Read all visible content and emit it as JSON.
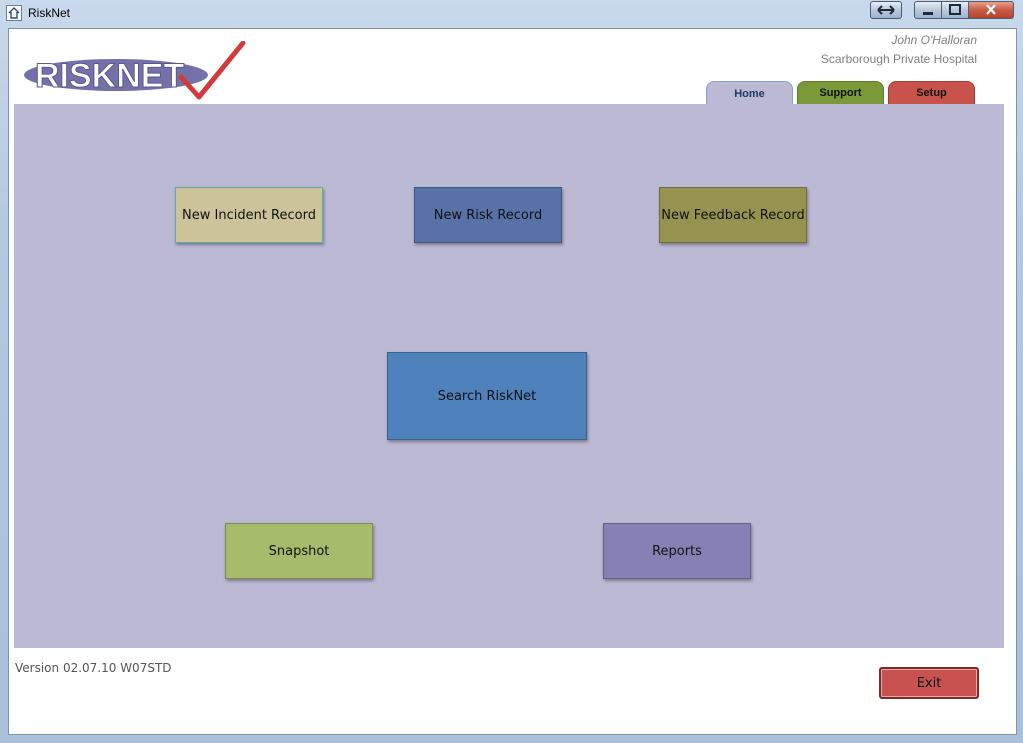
{
  "window": {
    "title": "RiskNet",
    "icon": "house-icon",
    "controls": [
      "resize-icon",
      "minimize-icon",
      "maximize-icon",
      "close-icon"
    ]
  },
  "header": {
    "logo_text": "RISKNET",
    "user_name": "John O'Halloran",
    "organisation": "Scarborough Private Hospital"
  },
  "tabs": [
    {
      "label": "Home",
      "active": true,
      "color": "#bcb9d4"
    },
    {
      "label": "Support",
      "active": false,
      "color": "#7a9a3a"
    },
    {
      "label": "Setup",
      "active": false,
      "color": "#c8534a"
    }
  ],
  "tiles": {
    "new_incident": {
      "label": "New Incident Record",
      "color": "#ccc39a"
    },
    "new_risk": {
      "label": "New Risk Record",
      "color": "#5872a8"
    },
    "new_feedback": {
      "label": "New Feedback Record",
      "color": "#95934f"
    },
    "search": {
      "label": "Search RiskNet",
      "color": "#4f81bd"
    },
    "snapshot": {
      "label": "Snapshot",
      "color": "#a6bc6c"
    },
    "reports": {
      "label": "Reports",
      "color": "#8581b5"
    }
  },
  "footer": {
    "version": "Version 02.07.10 W07STD",
    "exit_label": "Exit"
  }
}
